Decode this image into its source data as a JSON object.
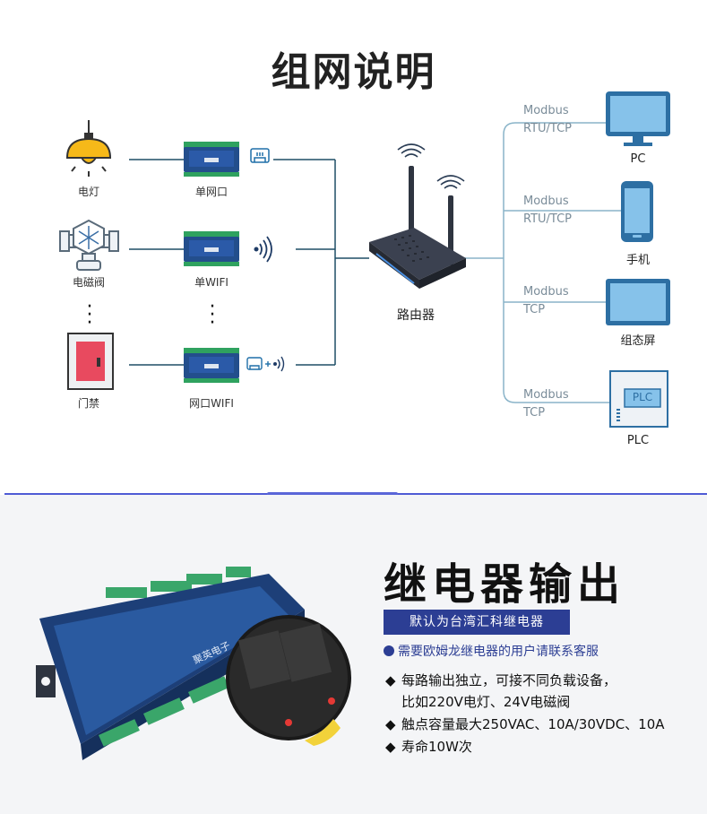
{
  "title": "组网说明",
  "left_devices": [
    {
      "label": "电灯",
      "icon": "lamp-icon"
    },
    {
      "label": "电磁阀",
      "icon": "valve-icon"
    },
    {
      "label": "门禁",
      "icon": "door-access-icon"
    }
  ],
  "modules": [
    {
      "label": "单网口",
      "conn_icon": "ethernet-icon"
    },
    {
      "label": "单WIFI",
      "conn_icon": "wifi-signal-icon"
    },
    {
      "label": "网口WIFI",
      "conn_icon": "ethernet-wifi-icon"
    }
  ],
  "router": {
    "label": "路由器"
  },
  "right_devices": [
    {
      "protocol_line1": "Modbus",
      "protocol_line2": "RTU/TCP",
      "label": "PC",
      "icon": "monitor-icon"
    },
    {
      "protocol_line1": "Modbus",
      "protocol_line2": "RTU/TCP",
      "label": "手机",
      "icon": "phone-icon"
    },
    {
      "protocol_line1": "Modbus",
      "protocol_line2": "TCP",
      "label": "组态屏",
      "icon": "touchscreen-icon"
    },
    {
      "protocol_line1": "Modbus",
      "protocol_line2": "TCP",
      "label": "PLC",
      "icon": "plc-icon",
      "plc_text": "PLC"
    }
  ],
  "relay": {
    "title": "继电器输出",
    "tag": "默认为台湾汇科继电器",
    "service": "需要欧姆龙继电器的用户请联系客服",
    "features": [
      "每路输出独立，可接不同负载设备，",
      "比如220V电灯、24V电磁阀",
      "触点容量最大250VAC、10A/30VDC、10A",
      "寿命10W次"
    ],
    "board_brand": "聚英电子"
  },
  "colors": {
    "line": "#8ab4c9",
    "accent": "#2c3e94",
    "module": "#2b5aa8",
    "screen": "#5aa0d8"
  }
}
